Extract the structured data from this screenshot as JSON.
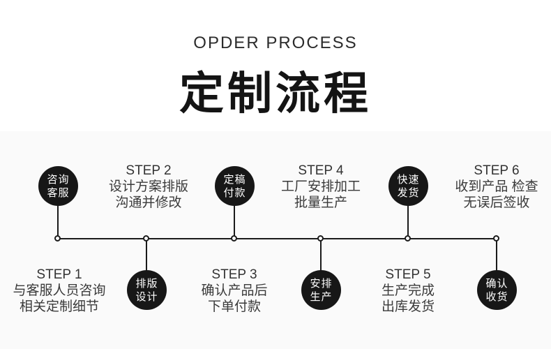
{
  "header": {
    "subtitle": "OPDER PROCESS",
    "title": "定制流程"
  },
  "colors": {
    "page_background": "#ffffff",
    "section_background": "#fafafa",
    "badge_fill": "#171717",
    "badge_text": "#ffffff",
    "line": "#1a1a1a",
    "text": "#3a3a3a"
  },
  "timeline": {
    "steps": [
      {
        "label": "STEP 1",
        "badge_position": "top",
        "badge": {
          "line1": "咨询",
          "line2": "客服"
        },
        "desc": {
          "line1": "与客服人员咨询",
          "line2": "相关定制细节"
        }
      },
      {
        "label": "STEP 2",
        "badge_position": "bottom",
        "badge": {
          "line1": "排版",
          "line2": "设计"
        },
        "desc": {
          "line1": "设计方案排版",
          "line2": "沟通并修改"
        }
      },
      {
        "label": "STEP 3",
        "badge_position": "top",
        "badge": {
          "line1": "定稿",
          "line2": "付款"
        },
        "desc": {
          "line1": "确认产品后",
          "line2": "下单付款"
        }
      },
      {
        "label": "STEP 4",
        "badge_position": "bottom",
        "badge": {
          "line1": "安排",
          "line2": "生产"
        },
        "desc": {
          "line1": "工厂安排加工",
          "line2": "批量生产"
        }
      },
      {
        "label": "STEP 5",
        "badge_position": "top",
        "badge": {
          "line1": "快速",
          "line2": "发货"
        },
        "desc": {
          "line1": "生产完成",
          "line2": "出库发货"
        }
      },
      {
        "label": "STEP 6",
        "badge_position": "bottom",
        "badge": {
          "line1": "确认",
          "line2": "收货"
        },
        "desc": {
          "line1": "收到产品 检查",
          "line2": "无误后签收"
        }
      }
    ]
  }
}
